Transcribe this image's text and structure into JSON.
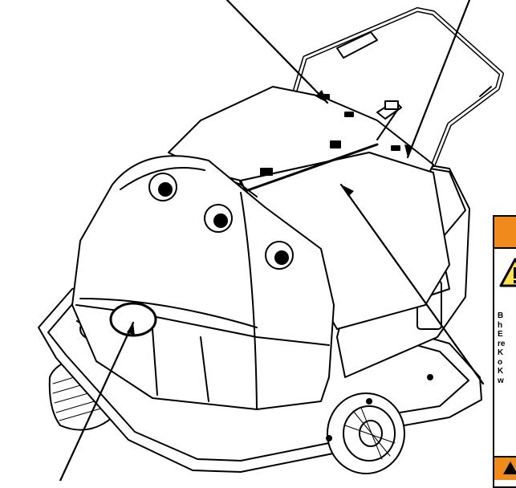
{
  "figure": {
    "subject": "walk-behind-sweeper-line-drawing",
    "leader_line_count": 4
  },
  "warning_label": {
    "colors": {
      "header": "#f08a1c",
      "footer": "#f08a1c",
      "border": "#000000"
    },
    "icon": "warning-triangle-icon",
    "text_lines": [
      "B",
      "h",
      "E",
      "re",
      "K",
      "o",
      "K",
      "w"
    ]
  }
}
